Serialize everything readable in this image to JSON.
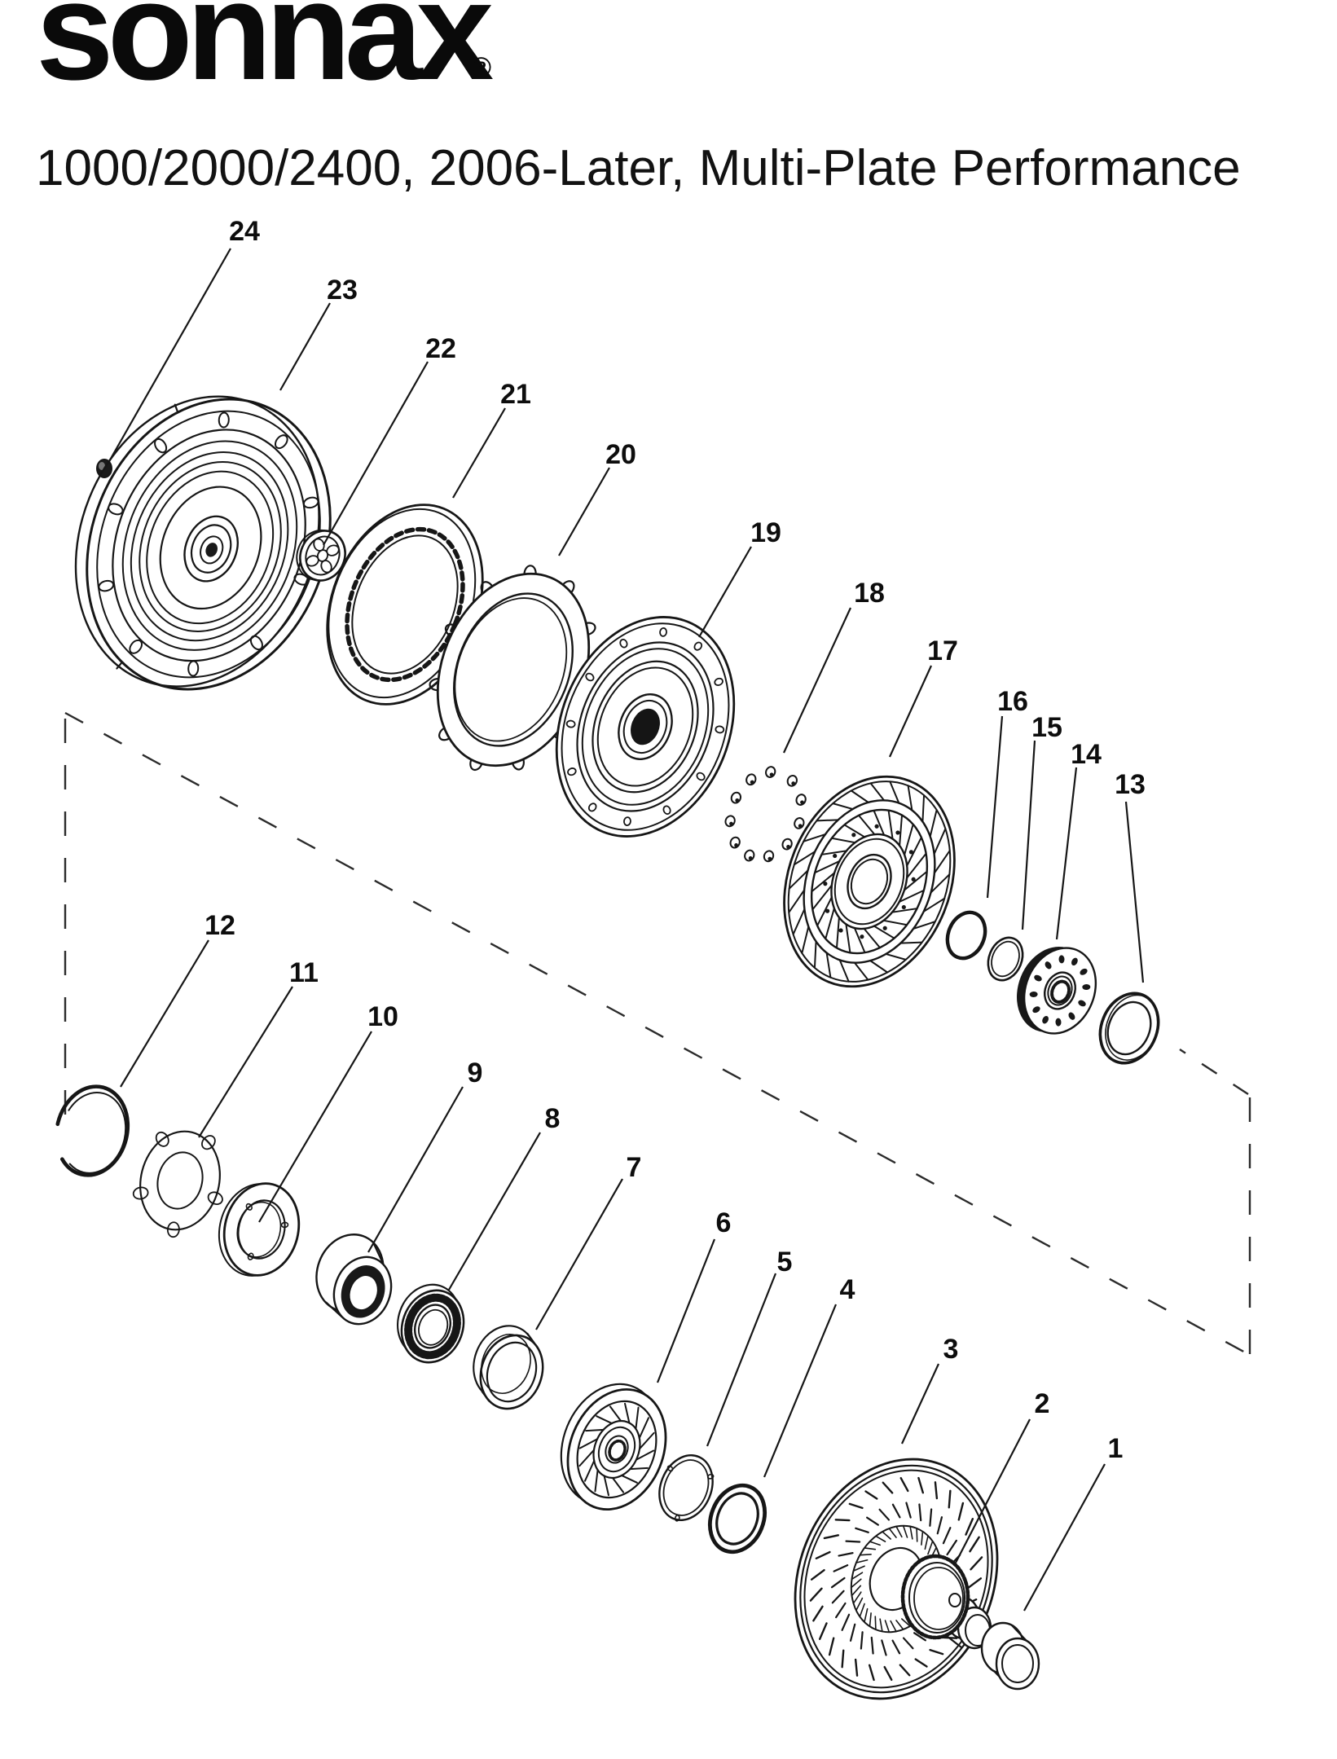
{
  "header": {
    "logo": "sonnax",
    "registered_mark": "®",
    "title": "1000/2000/2400, 2006-Later, Multi-Plate Performance"
  },
  "diagram": {
    "description": "exploded-parts-view",
    "callouts": [
      "1",
      "2",
      "3",
      "4",
      "5",
      "6",
      "7",
      "8",
      "9",
      "10",
      "11",
      "12",
      "13",
      "14",
      "15",
      "16",
      "17",
      "18",
      "19",
      "20",
      "21",
      "22",
      "23",
      "24"
    ]
  },
  "colors": {
    "ink": "#161616",
    "background": "#ffffff"
  }
}
